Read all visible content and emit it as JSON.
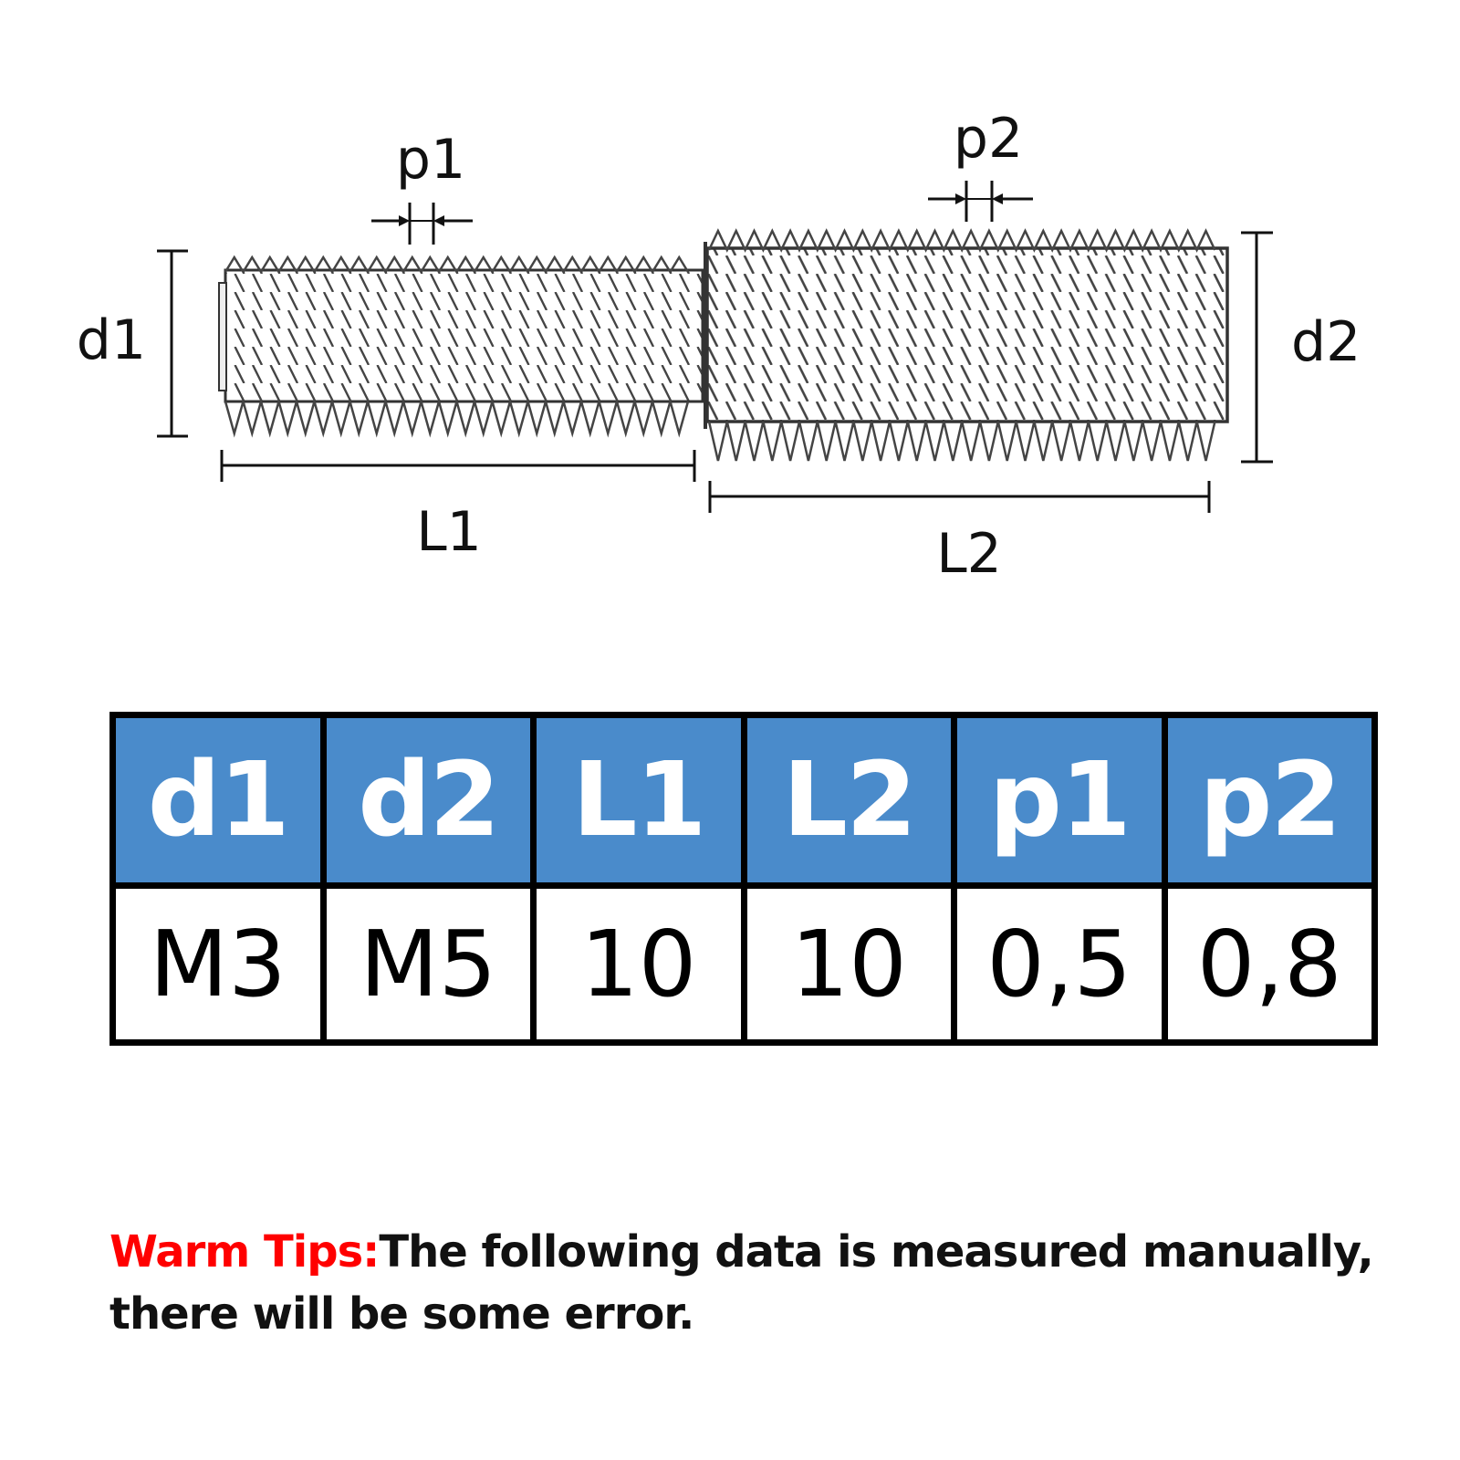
{
  "diagram": {
    "labels": {
      "d1": "d1",
      "d2": "d2",
      "L1": "L1",
      "L2": "L2",
      "p1": "p1",
      "p2": "p2"
    }
  },
  "table": {
    "header_color": "#4a8bcb",
    "columns": [
      {
        "header": "d1",
        "value": "M3"
      },
      {
        "header": "d2",
        "value": "M5"
      },
      {
        "header": "L1",
        "value": "10"
      },
      {
        "header": "L2",
        "value": "10"
      },
      {
        "header": "p1",
        "value": "0,5"
      },
      {
        "header": "p2",
        "value": "0,8"
      }
    ]
  },
  "tip": {
    "label": "Warm Tips:",
    "text": "The following data is measured manually, there will be some error.",
    "label_color": "#ff0000"
  }
}
